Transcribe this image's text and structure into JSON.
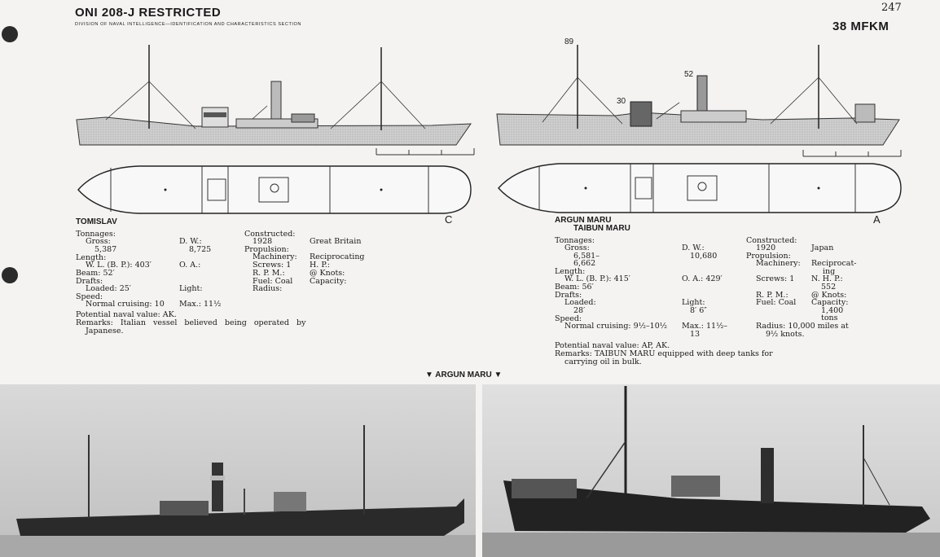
{
  "header": {
    "title": "ONI 208-J RESTRICTED",
    "subtitle": "DIVISION OF NAVAL INTELLIGENCE—IDENTIFICATION AND CHARACTERISTICS SECTION",
    "page_number": "247",
    "code": "38 MFKM"
  },
  "left_ship": {
    "name": "TOMISLAV",
    "profile_mark": "C",
    "labels": {
      "tonnages": "Tonnages:",
      "gross": "Gross:",
      "dw": "D. W.:",
      "length": "Length:",
      "wl": "W. L. (B. P.): 403′",
      "oa": "O. A.:",
      "beam": "Beam: 52′",
      "drafts": "Drafts:",
      "loaded": "Loaded: 25′",
      "light": "Light:",
      "speed": "Speed:",
      "cruising": "Normal cruising: 10",
      "max": "Max.: 11½",
      "constructed": "Constructed:",
      "propulsion": "Propulsion:",
      "machinery": "Machinery:",
      "screws": "Screws: 1",
      "rpm": "R. P. M.:",
      "fuel": "Fuel: Coal",
      "radius": "Radius:",
      "hp": "H. P.:",
      "knots": "@ Knots:",
      "capacity": "Capacity:"
    },
    "values": {
      "gross": "5,387",
      "dw": "8,725",
      "year": "1928",
      "builder": "Great Britain",
      "machinery": "Reciprocating"
    },
    "naval_value": "Potential naval value: AK.",
    "remarks_1": "Remarks: Italian vessel believed being operated by",
    "remarks_2": "Japanese."
  },
  "right_ship": {
    "name_1": "ARGUN MARU",
    "name_2": "TAIBUN MARU",
    "profile_mark": "A",
    "callouts": [
      "89",
      "52",
      "30"
    ],
    "labels": {
      "tonnages": "Tonnages:",
      "gross": "Gross:",
      "dw": "D. W.:",
      "length": "Length:",
      "wl": "W. L. (B. P.): 415′",
      "oa": "O. A.: 429′",
      "beam": "Beam: 56′",
      "drafts": "Drafts:",
      "loaded": "Loaded:",
      "light": "Light:",
      "speed": "Speed:",
      "cruising": "Normal cruising: 9½–10½",
      "max": "Max.: 11½–",
      "constructed": "Constructed:",
      "propulsion": "Propulsion:",
      "machinery": "Machinery:",
      "screws": "Screws: 1",
      "rpm": "R. P. M.:",
      "fuel": "Fuel: Coal",
      "radius": "Radius: 10,000 miles at",
      "nhp": "N. H. P.:",
      "knots": "@ Knots:",
      "capacity": "Capacity:"
    },
    "values": {
      "gross_1": "6,581–",
      "gross_2": "6,662",
      "dw": "10,680",
      "loaded": "28′",
      "light": "8′ 6″",
      "max_2": "13",
      "year": "1920",
      "builder": "Japan",
      "machinery_1": "Reciprocat-",
      "machinery_2": "ing",
      "nhp": "552",
      "capacity_1": "1,400",
      "capacity_2": "tons",
      "radius_2": "9½ knots."
    },
    "naval_value": "Potential naval value: AP, AK.",
    "remarks_1": "Remarks: TAIBUN MARU equipped with deep tanks for",
    "remarks_2": "carrying oil in bulk."
  },
  "photo_caption": "▼ ARGUN MARU ▼"
}
